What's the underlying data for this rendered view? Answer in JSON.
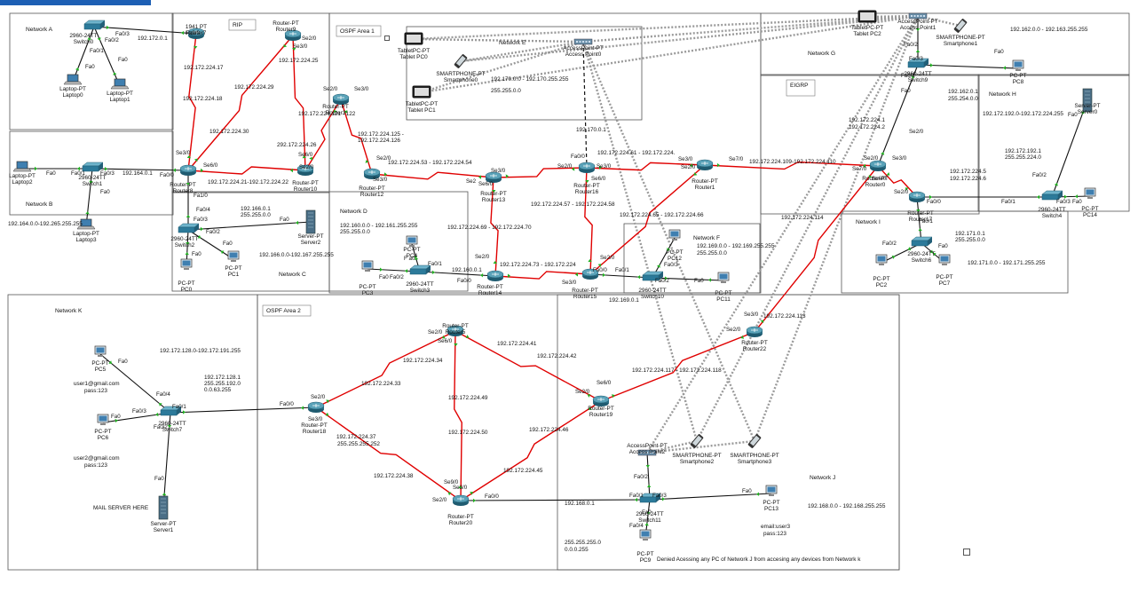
{
  "toolbar": {
    "tabs": [
      "",
      ""
    ]
  },
  "areas": [
    {
      "id": "rip",
      "label": "RIP"
    },
    {
      "id": "ospf1",
      "label": "OSPF Area 1"
    },
    {
      "id": "ospf2",
      "label": "OSPF Area 2"
    },
    {
      "id": "eigrp",
      "label": "EIGRP"
    }
  ],
  "networks": [
    {
      "id": "A",
      "label": "Network A"
    },
    {
      "id": "B",
      "label": "Network B"
    },
    {
      "id": "C",
      "label": "Network C"
    },
    {
      "id": "D",
      "label": "Network D"
    },
    {
      "id": "E",
      "label": "Network E"
    },
    {
      "id": "F",
      "label": "Network F"
    },
    {
      "id": "G",
      "label": "Network G"
    },
    {
      "id": "H",
      "label": "Network H"
    },
    {
      "id": "I",
      "label": "Network I"
    },
    {
      "id": "J",
      "label": "Network J"
    },
    {
      "id": "K",
      "label": "Network K"
    }
  ],
  "devices": [
    {
      "id": "router7",
      "type": "router",
      "name": "Router7",
      "model": "1941 PT"
    },
    {
      "id": "router8",
      "type": "router",
      "name": "Router8",
      "model": "Router-PT"
    },
    {
      "id": "router9",
      "type": "router",
      "name": "Router9",
      "model": "Router-PT"
    },
    {
      "id": "router3",
      "type": "router",
      "name": "Router3",
      "model": "Router-PT"
    },
    {
      "id": "router10",
      "type": "router",
      "name": "Router10",
      "model": "Router-PT"
    },
    {
      "id": "router12",
      "type": "router",
      "name": "Router12",
      "model": "Router-PT"
    },
    {
      "id": "router13",
      "type": "router",
      "name": "Router13",
      "model": "Router-PT"
    },
    {
      "id": "router16",
      "type": "router",
      "name": "Router16",
      "model": "Router-PT"
    },
    {
      "id": "router1",
      "type": "router",
      "name": "Router1",
      "model": "Router-PT"
    },
    {
      "id": "router14",
      "type": "router",
      "name": "Router14",
      "model": "Router-PT"
    },
    {
      "id": "router15",
      "type": "router",
      "name": "Router15",
      "model": "Router-PT"
    },
    {
      "id": "router17",
      "type": "router",
      "name": "Router17",
      "model": "Router-PT"
    },
    {
      "id": "router0",
      "type": "router",
      "name": "Router0",
      "model": "Router-PT"
    },
    {
      "id": "router22",
      "type": "router",
      "name": "Router22",
      "model": "Router-PT"
    },
    {
      "id": "router5",
      "type": "router",
      "name": "Router5",
      "model": "Router-PT"
    },
    {
      "id": "router18",
      "type": "router",
      "name": "Router18",
      "model": "Router-PT"
    },
    {
      "id": "router19",
      "type": "router",
      "name": "Router19",
      "model": "Router-PT"
    },
    {
      "id": "router20",
      "type": "router",
      "name": "Router20",
      "model": "Router-PT"
    },
    {
      "id": "switch0",
      "type": "switch",
      "name": "Switch0",
      "model": "2960-24TT"
    },
    {
      "id": "switch1",
      "type": "switch",
      "name": "Switch1",
      "model": "2960-24TT"
    },
    {
      "id": "switch2",
      "type": "switch",
      "name": "Switch2",
      "model": "2960-24TT"
    },
    {
      "id": "switch3",
      "type": "switch",
      "name": "Switch3",
      "model": "2960-24TT"
    },
    {
      "id": "switch4",
      "type": "switch",
      "name": "Switch4",
      "model": "2960-24TT"
    },
    {
      "id": "switch6",
      "type": "switch",
      "name": "Switch6",
      "model": "2960-24TT"
    },
    {
      "id": "switch7",
      "type": "switch",
      "name": "Switch7",
      "model": "2960-24TT"
    },
    {
      "id": "switch9",
      "type": "switch",
      "name": "Switch9",
      "model": "2960-24TT"
    },
    {
      "id": "switch10",
      "type": "switch",
      "name": "Switch10",
      "model": "2960-24TT"
    },
    {
      "id": "switch11",
      "type": "switch",
      "name": "Switch11",
      "model": "2960-24TT"
    },
    {
      "id": "laptop0",
      "type": "laptop",
      "name": "Laptop0",
      "model": "Laptop-PT"
    },
    {
      "id": "laptop1",
      "type": "laptop",
      "name": "Laptop1",
      "model": "Laptop-PT"
    },
    {
      "id": "laptop2",
      "type": "laptop",
      "name": "Laptop2",
      "model": "Laptop-PT"
    },
    {
      "id": "laptop3",
      "type": "laptop",
      "name": "Laptop3",
      "model": "Laptop-PT"
    },
    {
      "id": "pc0",
      "type": "pc",
      "name": "PC0",
      "model": "PC-PT"
    },
    {
      "id": "pc1",
      "type": "pc",
      "name": "PC1",
      "model": "PC-PT"
    },
    {
      "id": "pc2",
      "type": "pc",
      "name": "PC2",
      "model": "PC-PT"
    },
    {
      "id": "pc3",
      "type": "pc",
      "name": "PC3",
      "model": "PC-PT"
    },
    {
      "id": "pc4",
      "type": "pc",
      "name": "PC4",
      "model": "PC-PT"
    },
    {
      "id": "pc5",
      "type": "pc",
      "name": "PC5",
      "model": "PC-PT"
    },
    {
      "id": "pc6",
      "type": "pc",
      "name": "PC6",
      "model": "PC-PT"
    },
    {
      "id": "pc7",
      "type": "pc",
      "name": "PC7",
      "model": "PC-PT"
    },
    {
      "id": "pc8",
      "type": "pc",
      "name": "PC8",
      "model": "PC-PT"
    },
    {
      "id": "pc9",
      "type": "pc",
      "name": "PC9",
      "model": "PC-PT"
    },
    {
      "id": "pc11",
      "type": "pc",
      "name": "PC11",
      "model": "PC-PT"
    },
    {
      "id": "pc12",
      "type": "pc",
      "name": "PC12",
      "model": "PC-PT"
    },
    {
      "id": "pc13",
      "type": "pc",
      "name": "PC13",
      "model": "PC-PT"
    },
    {
      "id": "pc14",
      "type": "pc",
      "name": "PC14",
      "model": "PC-PT"
    },
    {
      "id": "server0",
      "type": "server",
      "name": "Server0",
      "model": "Server-PT"
    },
    {
      "id": "server1",
      "type": "server",
      "name": "Server1",
      "model": "Server-PT"
    },
    {
      "id": "server2",
      "type": "server",
      "name": "Server2",
      "model": "Server-PT"
    },
    {
      "id": "ap0",
      "type": "ap",
      "name": "Access Point0",
      "model": "AccessPoint-PT"
    },
    {
      "id": "ap1",
      "type": "ap",
      "name": "Access Point1",
      "model": "AccessPoint-PT"
    },
    {
      "id": "ap2",
      "type": "ap",
      "name": "Access Point2",
      "model": "AccessPoint-PT"
    },
    {
      "id": "tab0",
      "type": "tablet",
      "name": "Tablet PC0",
      "model": "TabletPC-PT"
    },
    {
      "id": "tab1",
      "type": "tablet",
      "name": "Tablet PC1",
      "model": "TabletPC-PT"
    },
    {
      "id": "tab2",
      "type": "tablet",
      "name": "Tablet PC2",
      "model": "TabletPC-PT"
    },
    {
      "id": "sm0",
      "type": "phone",
      "name": "Smartphone0",
      "model": "SMARTPHONE-PT"
    },
    {
      "id": "sm1",
      "type": "phone",
      "name": "Smartphone1",
      "model": "SMARTPHONE-PT"
    },
    {
      "id": "sm2",
      "type": "phone",
      "name": "Smartphone2",
      "model": "SMARTPHONE-PT"
    },
    {
      "id": "sm3",
      "type": "phone",
      "name": "Smartphone3",
      "model": "SMARTPHONE-PT"
    }
  ],
  "ip_labels": [
    "192.172.0.1",
    "192.172.224.17",
    "192.172.224.18",
    "192.172.224.29",
    "192.172.224.30",
    "192.172.224.25",
    "192.172.224.121 - 122",
    "292.172.224.26",
    "192.172.224.21-192.172.224.22",
    "192.164.0.1",
    "192.164.0.0-192.265.255.255",
    "192.166.0.1",
    "255.255.0.0",
    "192.166.0.0-192.167.255.255",
    "192.172.224.125 -",
    "192.172.224.126",
    "192.172.224.53 - 192.172.224.54",
    "192.160.0.0 - 192.161.255.255",
    "255.255.0.0",
    "192.172.224.69 - 192.172.224.70",
    "192.160.0.1",
    "192.172.224.73 - 192.172.224",
    "192.170.0.0 - 192.170.255.255",
    "255.255.0.0",
    "192.170.0.1",
    "192.172.224.61 - 192.172.224.",
    "192.172.224.57 - 192.172.224.58",
    "192.172.224.65 - 192.172.224.66",
    "192.169.0.0 - 192.169.255.255",
    "255.255.0.0",
    "192.169.0.1",
    "192.172.224.109-192.172.224.110",
    "192.172.224.114",
    "192.172.224.113",
    "192.162.0.0 - 192.163.255.255",
    "192.162.0.1",
    "255.254.0.0",
    "192.172.224.1",
    "192.172.224.2",
    "192.172.224.5",
    "192.172.224.6",
    "192.172.192.0-192.172.224.255",
    "192.172.192.1",
    "255.255.224.0",
    "192.171.0.1",
    "255.255.0.0",
    "192.171.0.0 - 192.171.255.255",
    "192.172.128.0-192.172.191.255",
    "192.172.128.1",
    "255.255.192.0",
    "0.0.63.255",
    "192.172.224.34",
    "192.172.224.33",
    "192.172.224.41",
    "192.172.224.42",
    "192.172.224.49",
    "192.172.224.50",
    "192.172.224.46",
    "192.172.224.45",
    "192.172.224.37",
    "255.255.255.252",
    "192.172.224.38",
    "192.172.224.117 - 192.172.224.118",
    "192.168.0.1",
    "255.255.255.0",
    "0.0.0.255",
    "192.168.0.0 - 192.168.255.255"
  ],
  "notes": {
    "k_user1": "user1@gmail.com",
    "k_pass1": "pass:123",
    "k_user2": "user2@gmail.com",
    "k_pass2": "pass:123",
    "mail_server": "MAIL SERVER HERE",
    "j_email": "email:user3",
    "j_pass": "pass:123",
    "acl": "Denied Acessing any PC of Network J from accesing any devices from Network k"
  },
  "colors": {
    "serial": "#e00000",
    "ethernet": "#111111",
    "wireless": "#9a9a9a",
    "port_up": "#20b020",
    "router": "#2a6f86",
    "switch": "#2c7a9a"
  }
}
